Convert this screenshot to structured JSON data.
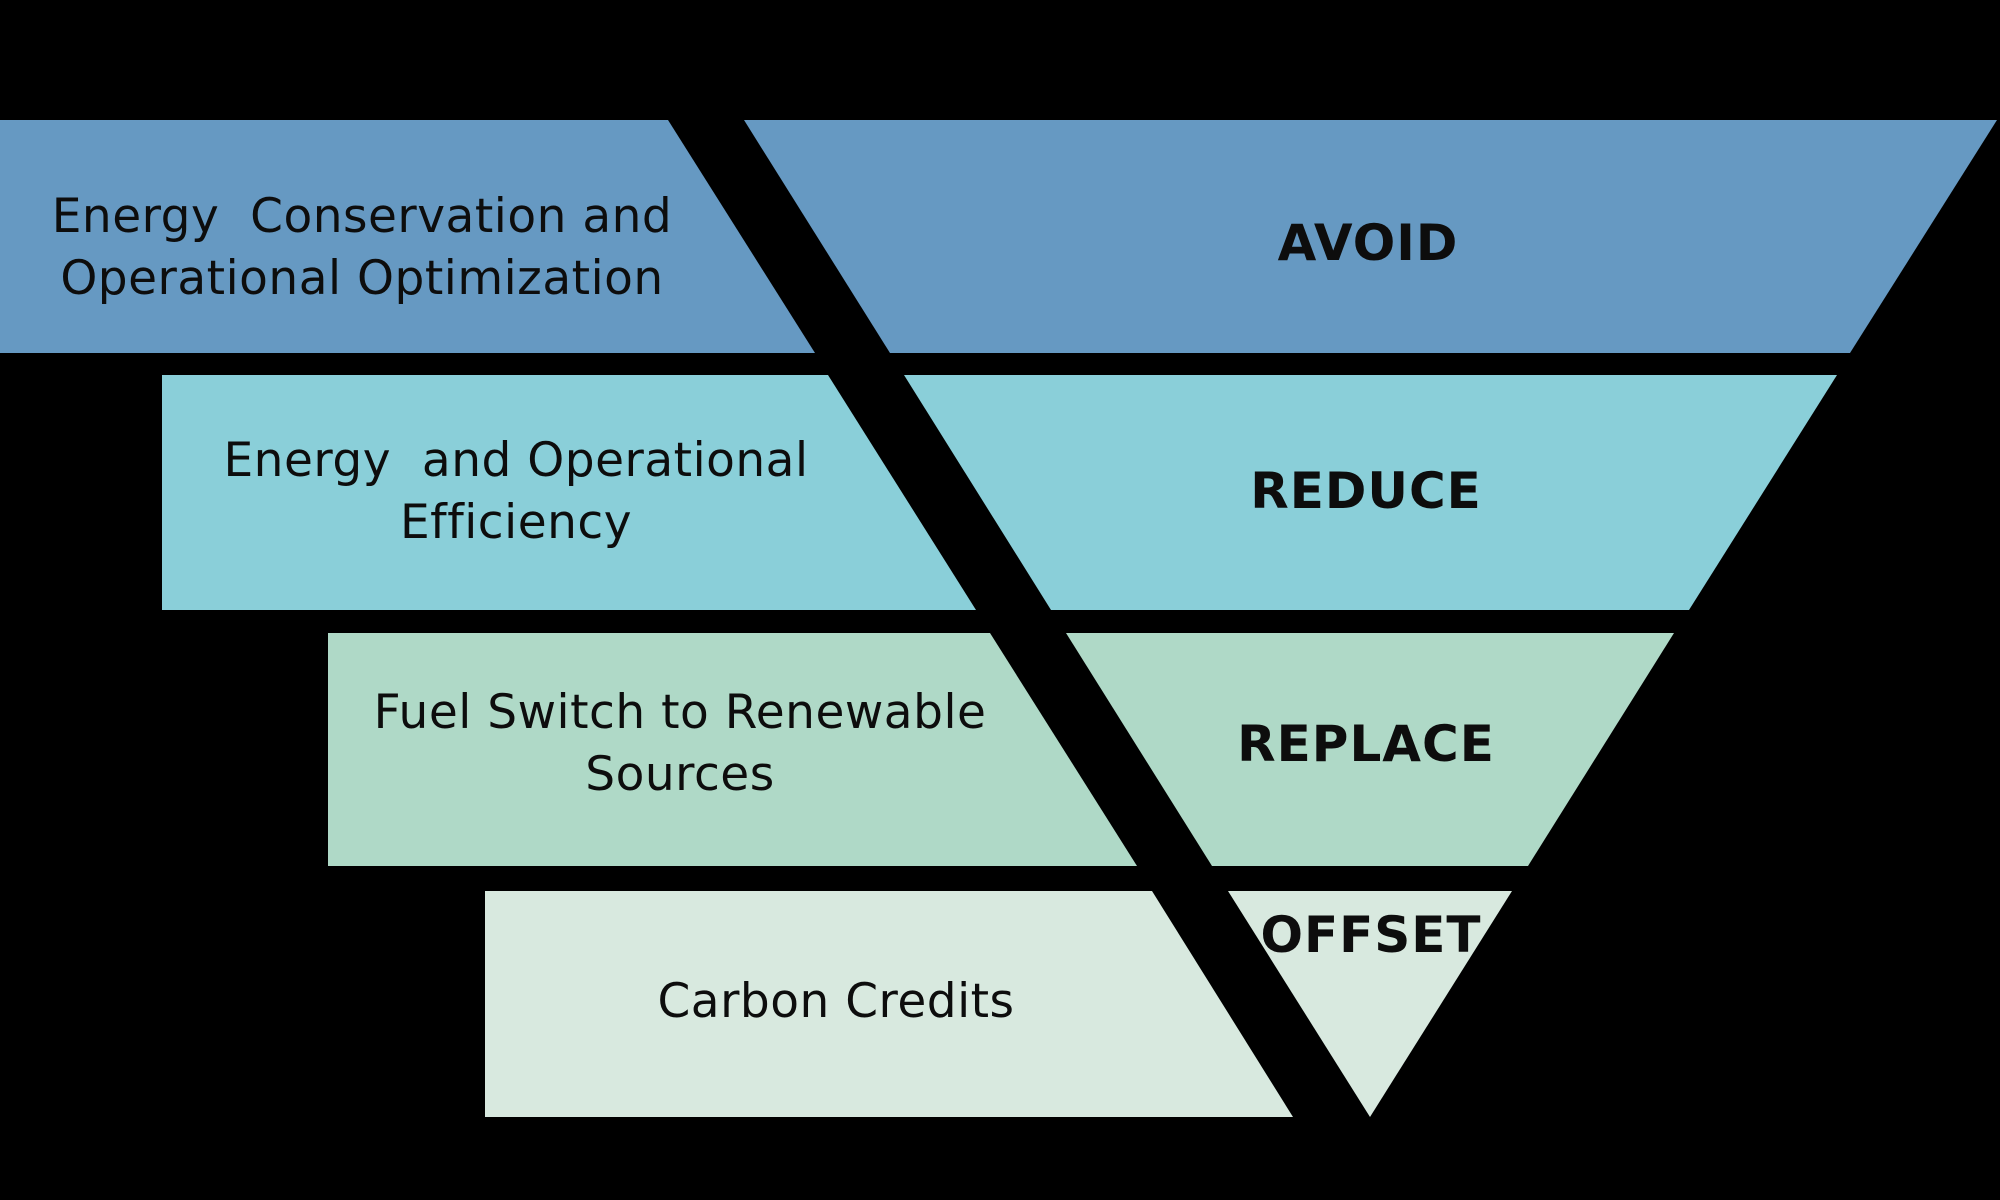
{
  "canvas": {
    "background_color": "#000000",
    "text_color": "#0d0d0d"
  },
  "diagram": {
    "type": "inverted-pyramid-hierarchy",
    "levels": [
      {
        "rank": 1,
        "keyword": "AVOID",
        "label": "Energy  Conservation and\nOperational Optimization",
        "color": "#6699c2"
      },
      {
        "rank": 2,
        "keyword": "REDUCE",
        "label": "Energy  and Operational\nEfficiency",
        "color": "#8acfd9"
      },
      {
        "rank": 3,
        "keyword": "REPLACE",
        "label": "Fuel Switch to Renewable\nSources",
        "color": "#afd9c7"
      },
      {
        "rank": 4,
        "keyword": "OFFSET",
        "label": "Carbon Credits",
        "color": "#d8e9df"
      }
    ]
  }
}
